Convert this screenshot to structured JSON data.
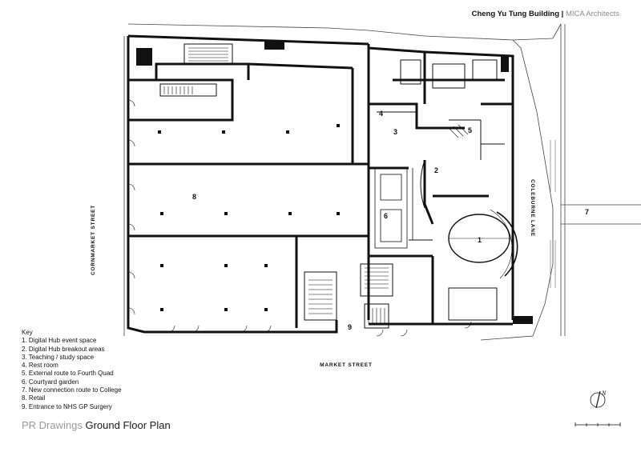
{
  "header": {
    "building": "Cheng Yu Tung Building",
    "separator": " | ",
    "architect": "MICA Architects"
  },
  "streets": {
    "west": "CORNMARKET STREET",
    "south": "MARKET STREET",
    "east": "COLEBURNE LANE"
  },
  "key": {
    "title": "Key",
    "items": [
      "1. Digital Hub event space",
      "2. Digital Hub breakout areas",
      "3. Teaching / study space",
      "4. Rest room",
      "5. External route to Fourth Quad",
      "6. Courtyard garden",
      "7. New connection route to College",
      "8. Retail",
      "9. Entrance to NHS GP Surgery"
    ]
  },
  "room_numbers": [
    "1",
    "2",
    "3",
    "4",
    "5",
    "6",
    "7",
    "8",
    "9"
  ],
  "footer": {
    "series": "PR Drawings",
    "title": "Ground Floor Plan"
  },
  "north": "N",
  "colors": {
    "wall": "#111111",
    "grey_text": "#8a8a8a",
    "background": "#ffffff"
  }
}
